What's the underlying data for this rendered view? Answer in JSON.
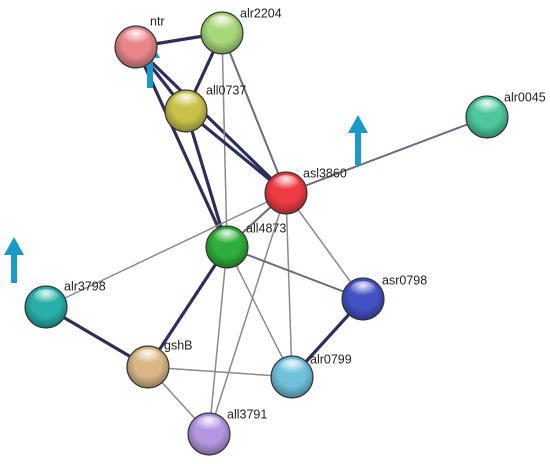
{
  "network": {
    "nodes": [
      {
        "id": "ntr",
        "label": "ntr",
        "color": "#e8868a"
      },
      {
        "id": "alr2204",
        "label": "alr2204",
        "color": "#a8d77a"
      },
      {
        "id": "all0737",
        "label": "all0737",
        "color": "#c9c24a"
      },
      {
        "id": "alr0045",
        "label": "alr0045",
        "color": "#4dc79b"
      },
      {
        "id": "asl3860",
        "label": "asl3860",
        "color": "#ee3c44"
      },
      {
        "id": "all4873",
        "label": "all4873",
        "color": "#2fae3b"
      },
      {
        "id": "alr3798",
        "label": "alr3798",
        "color": "#27b0a8"
      },
      {
        "id": "asr0798",
        "label": "asr0798",
        "color": "#4452c6"
      },
      {
        "id": "gshB",
        "label": "gshB",
        "color": "#d9b787"
      },
      {
        "id": "alr0799",
        "label": "alr0799",
        "color": "#6fc1dc"
      },
      {
        "id": "all3791",
        "label": "all3791",
        "color": "#b497e0"
      }
    ],
    "edges": [
      {
        "from": "ntr",
        "to": "alr2204",
        "weight": "thick"
      },
      {
        "from": "ntr",
        "to": "all0737",
        "weight": "thick"
      },
      {
        "from": "ntr",
        "to": "asl3860",
        "weight": "thick"
      },
      {
        "from": "ntr",
        "to": "all4873",
        "weight": "thick"
      },
      {
        "from": "alr2204",
        "to": "all0737",
        "weight": "thick"
      },
      {
        "from": "alr2204",
        "to": "asl3860",
        "weight": "mid"
      },
      {
        "from": "alr2204",
        "to": "all4873",
        "weight": "thin"
      },
      {
        "from": "all0737",
        "to": "asl3860",
        "weight": "thick"
      },
      {
        "from": "all0737",
        "to": "all4873",
        "weight": "thick"
      },
      {
        "from": "asl3860",
        "to": "alr0045",
        "weight": "mid"
      },
      {
        "from": "asl3860",
        "to": "all4873",
        "weight": "mid"
      },
      {
        "from": "asl3860",
        "to": "alr3798",
        "weight": "thin"
      },
      {
        "from": "asl3860",
        "to": "asr0798",
        "weight": "thin"
      },
      {
        "from": "asl3860",
        "to": "alr0799",
        "weight": "thin"
      },
      {
        "from": "asl3860",
        "to": "all3791",
        "weight": "thin"
      },
      {
        "from": "all4873",
        "to": "gshB",
        "weight": "thick"
      },
      {
        "from": "all4873",
        "to": "asr0798",
        "weight": "mid"
      },
      {
        "from": "all4873",
        "to": "alr0799",
        "weight": "thin"
      },
      {
        "from": "all4873",
        "to": "all3791",
        "weight": "thin"
      },
      {
        "from": "alr3798",
        "to": "gshB",
        "weight": "thick"
      },
      {
        "from": "gshB",
        "to": "alr0799",
        "weight": "thin"
      },
      {
        "from": "gshB",
        "to": "all3791",
        "weight": "thin"
      },
      {
        "from": "asr0798",
        "to": "alr0799",
        "weight": "thick"
      }
    ],
    "arrows": [
      {
        "near": "all0737",
        "direction": "up",
        "color": "#1a98c9"
      },
      {
        "near": "asl3860",
        "direction": "up",
        "color": "#1a98c9"
      },
      {
        "near": "alr3798",
        "direction": "up",
        "color": "#1a98c9"
      }
    ]
  }
}
